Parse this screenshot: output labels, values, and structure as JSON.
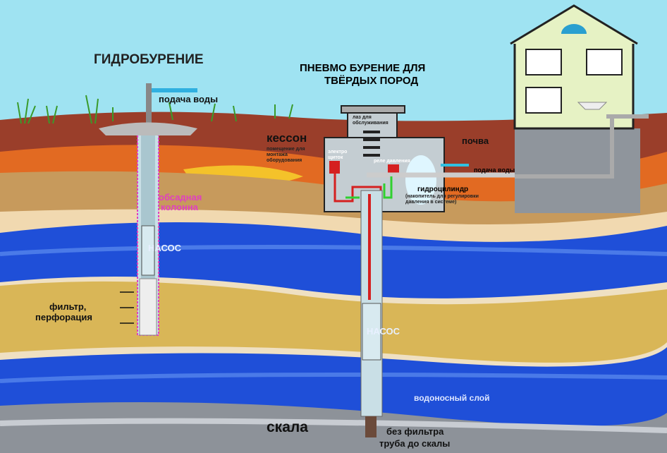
{
  "titles": {
    "hydro": "ГИДРОБУРЕНИЕ",
    "pneumo_line1": "ПНЕВМО БУРЕНИЕ ДЛЯ",
    "pneumo_line2": "ТВЁРДЫХ ПОРОД"
  },
  "labels": {
    "water_supply_left": "подача воды",
    "casing_line1": "обсадная",
    "casing_line2": "колонна",
    "pump_left": "НАСОС",
    "filter_line1": "фильтр,",
    "filter_line2": "перфорация",
    "caisson": "кессон",
    "caisson_desc": "помещение для монтажа оборудования",
    "manhole": "лаз для обслуживания",
    "panel": "электро щиток",
    "relay": "реле давления",
    "soil": "почва",
    "water_supply_right": "подача воды",
    "hydrocylinder": "гидроцилиндр",
    "hydrocylinder_desc": "(накопитель для регулировки давления в системе)",
    "pump_right": "НАСОС",
    "aquifer": "водоносный слой",
    "rock": "скала",
    "no_filter_line1": "без фильтра",
    "no_filter_line2": "труба до скалы"
  },
  "colors": {
    "sky": "#9fe3f2",
    "soil": "#a0402a",
    "water": "#1f4fd8",
    "sand": "#d9b657",
    "rock": "#8d9299",
    "house": "#e6f2c4"
  }
}
